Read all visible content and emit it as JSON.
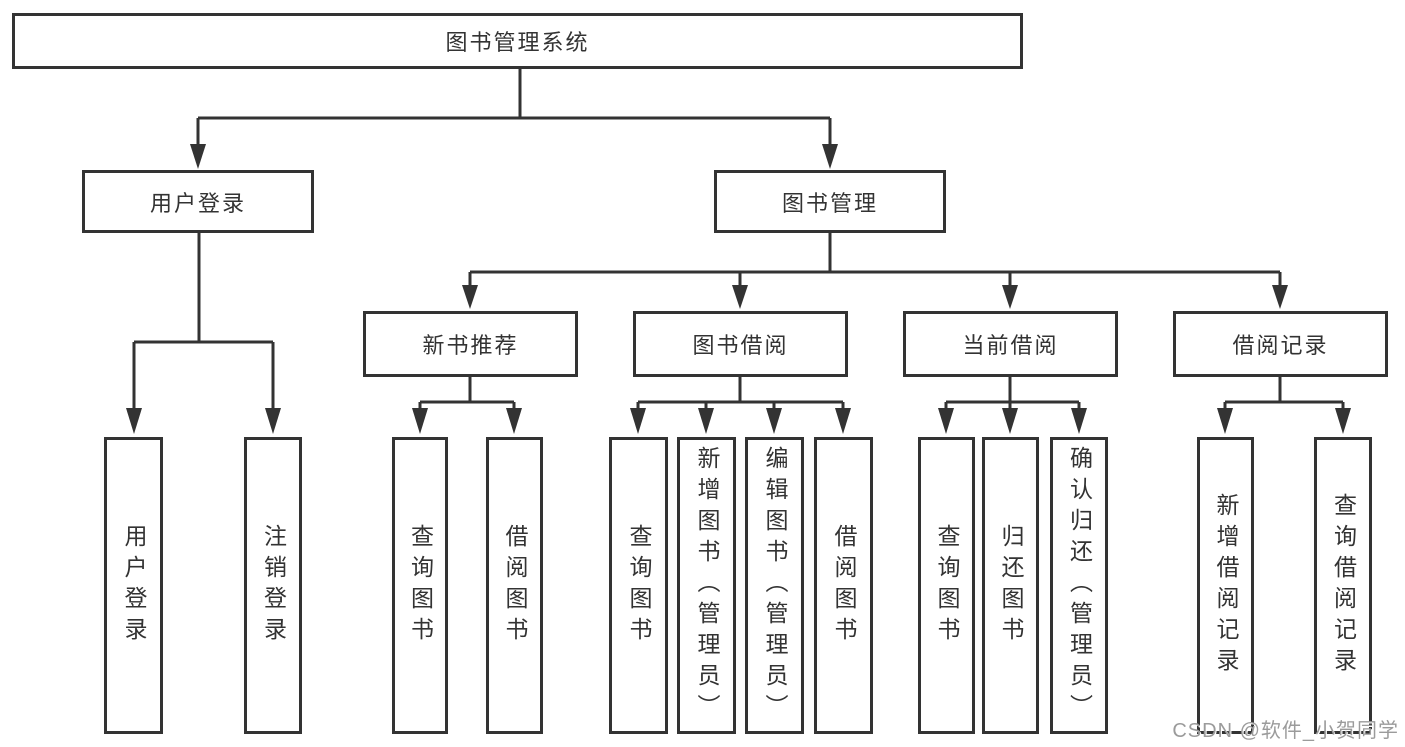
{
  "tree": {
    "root": {
      "label": "图书管理系统"
    },
    "branches": [
      {
        "label": "用户登录",
        "children": [
          {
            "label": "用户登录"
          },
          {
            "label": "注销登录"
          }
        ]
      },
      {
        "label": "图书管理",
        "groups": [
          {
            "label": "新书推荐",
            "children": [
              {
                "label": "查询图书"
              },
              {
                "label": "借阅图书"
              }
            ]
          },
          {
            "label": "图书借阅",
            "children": [
              {
                "label": "查询图书"
              },
              {
                "label": "新增图书（管理员）"
              },
              {
                "label": "编辑图书（管理员）"
              },
              {
                "label": "借阅图书"
              }
            ]
          },
          {
            "label": "当前借阅",
            "children": [
              {
                "label": "查询图书"
              },
              {
                "label": "归还图书"
              },
              {
                "label": "确认归还（管理员）"
              }
            ]
          },
          {
            "label": "借阅记录",
            "children": [
              {
                "label": "新增借阅记录"
              },
              {
                "label": "查询借阅记录"
              }
            ]
          }
        ]
      }
    ]
  },
  "watermark": {
    "text": "CSDN @软件_小贺同学"
  },
  "colors": {
    "line": "#333333",
    "box_border": "#333333",
    "text": "#333333",
    "watermark": "#9b9b9b",
    "background": "#ffffff"
  }
}
